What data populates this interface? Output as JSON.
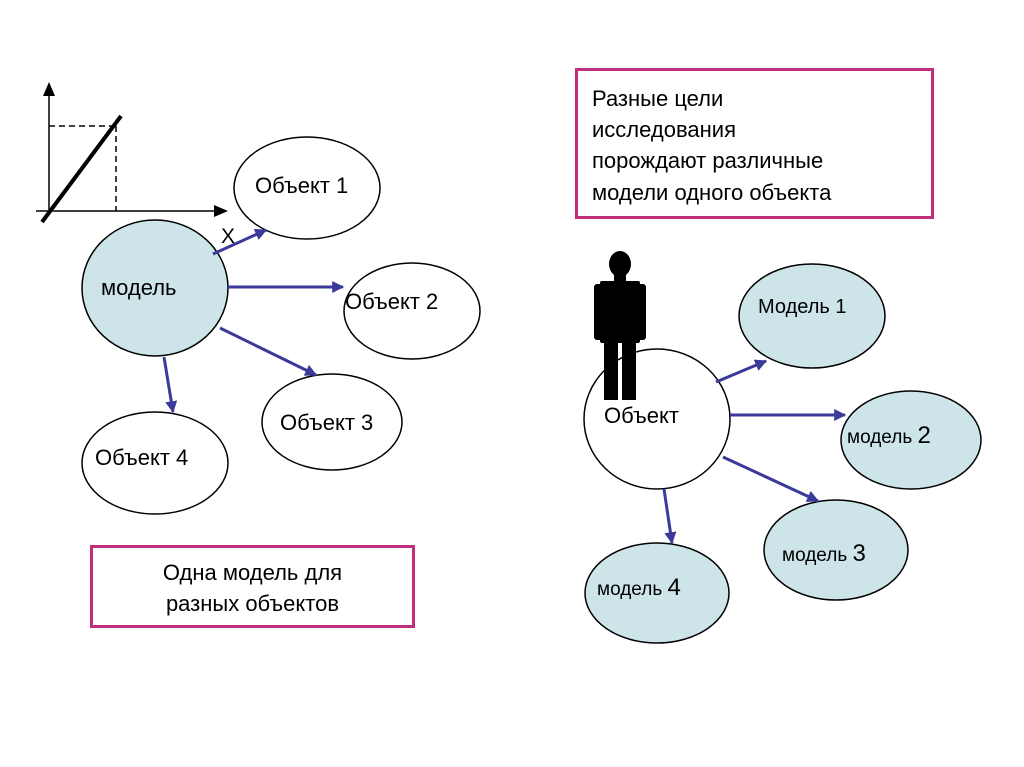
{
  "left_group": {
    "center": "модель",
    "objects": [
      "Объект 1",
      "Объект 2",
      "Объект 3",
      "Объект 4"
    ],
    "axis_label": "X",
    "caption": [
      "Одна модель для",
      "разных объектов"
    ]
  },
  "right_group": {
    "center": "Объект",
    "models": [
      {
        "text": "Модель ",
        "num": "1"
      },
      {
        "text": "модель ",
        "num": "2"
      },
      {
        "text": "модель ",
        "num": "3"
      },
      {
        "text": "модель ",
        "num": "4"
      }
    ],
    "caption": [
      "Разные цели",
      "исследования",
      "порождают различные",
      "модели одного объекта"
    ]
  },
  "colors": {
    "model_fill": "#cde4e8",
    "arrow": "#3a3a9a",
    "box_border": "#c0307a"
  }
}
